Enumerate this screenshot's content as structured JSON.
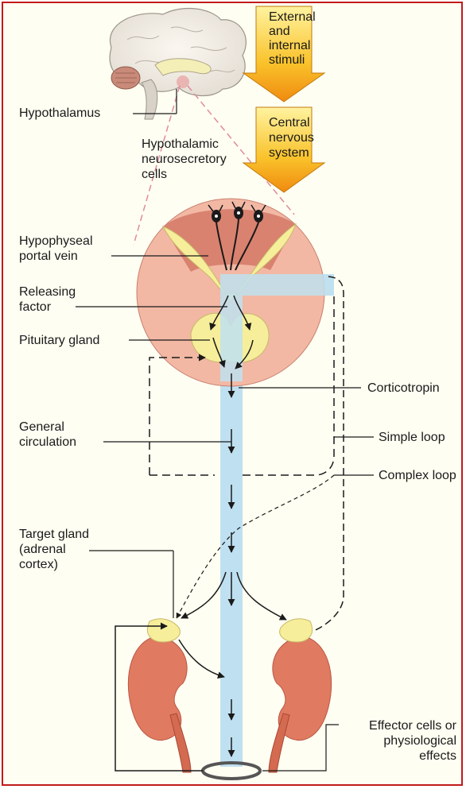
{
  "labels": {
    "hypothalamus": "Hypothalamus",
    "neurosecretory_1": "Hypothalamic",
    "neurosecretory_2": "neurosecretory",
    "neurosecretory_3": "cells",
    "portal_vein_1": "Hypophyseal",
    "portal_vein_2": "portal vein",
    "releasing_1": "Releasing",
    "releasing_2": "factor",
    "pituitary": "Pituitary gland",
    "general_1": "General",
    "general_2": "circulation",
    "corticotropin": "Corticotropin",
    "simple_loop": "Simple loop",
    "complex_loop": "Complex loop",
    "target_1": "Target gland",
    "target_2": "(adrenal",
    "target_3": "cortex)",
    "effector_1": "Effector cells or",
    "effector_2": "physiological",
    "effector_3": "effects"
  },
  "arrows": {
    "external_1": "External",
    "external_2": "and",
    "external_3": "internal",
    "external_4": "stimuli",
    "cns_1": "Central",
    "cns_2": "nervous",
    "cns_3": "system"
  },
  "colors": {
    "frame": "#c21a1a",
    "background": "#fffef2",
    "blood_stream": "#bfe0f0",
    "gland_yellow": "#f6ee9a",
    "tissue_pink": "#f2b8a4",
    "kidney_red": "#e07a60",
    "arrow_orange": "#f7b21e"
  }
}
